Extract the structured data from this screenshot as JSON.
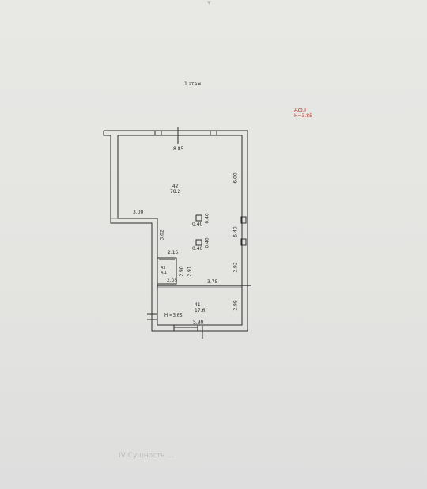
{
  "floor_title": "1 этаж",
  "mark": {
    "top": "Аф.Г",
    "bottom": "Н=3.85"
  },
  "dimensions": {
    "top_width": "8.85",
    "right_upper": "6.00",
    "right_mid": "5.40",
    "right_low": "2.92",
    "right_bottom": "2.99",
    "ledge_width": "3.00",
    "left_ledge_height": "3.02",
    "small_room_width": "2.15",
    "small_room_height": "2.91",
    "small_room_inner": "2.90",
    "lower_left": "2.05",
    "door_offset": "3.75",
    "bottom_width": "5.90"
  },
  "columns": {
    "col1_a": "0.40",
    "col1_b": "0.40",
    "col2_a": "0.40",
    "col2_b": "0.40"
  },
  "rooms": [
    {
      "number": "42",
      "area": "78.2"
    },
    {
      "number": "43",
      "area": "4.1"
    },
    {
      "number": "41",
      "area": "17.6"
    }
  ],
  "height_note": "Н =3.65",
  "footer_text": "IV Сущность ...",
  "colors": {
    "wall": "#2b2b2b",
    "mark": "#c0392b",
    "paper": "#e6e6e2"
  }
}
